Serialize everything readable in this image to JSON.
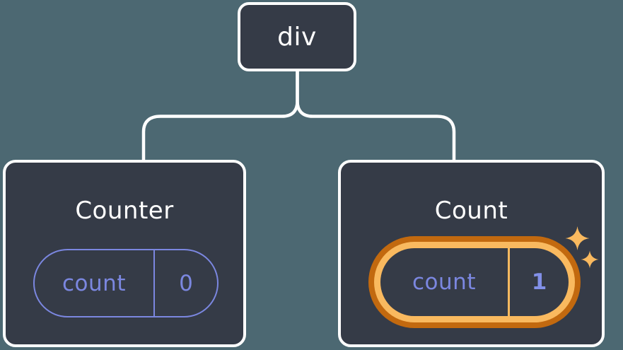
{
  "diagram": {
    "root_node": {
      "label": "div"
    },
    "children": {
      "counter": {
        "title": "Counter",
        "state_key": "count",
        "state_value": "0",
        "highlighted": false
      },
      "count": {
        "title": "Count",
        "state_key": "count",
        "state_value": "1",
        "highlighted": true
      }
    }
  },
  "icons": {
    "sparkle": "4-point-sparkle"
  },
  "colors": {
    "canvas_background": "#4C6872",
    "card_background": "#353B47",
    "card_border": "#FFFFFF",
    "connector": "#FFFFFF",
    "state_accent_purple": "#7B87E0",
    "highlight_ring_outer": "#C2690F",
    "highlight_ring_inner": "#F9B95F",
    "sparkle": "#F9B95F",
    "title_text": "#FFFFFF"
  }
}
